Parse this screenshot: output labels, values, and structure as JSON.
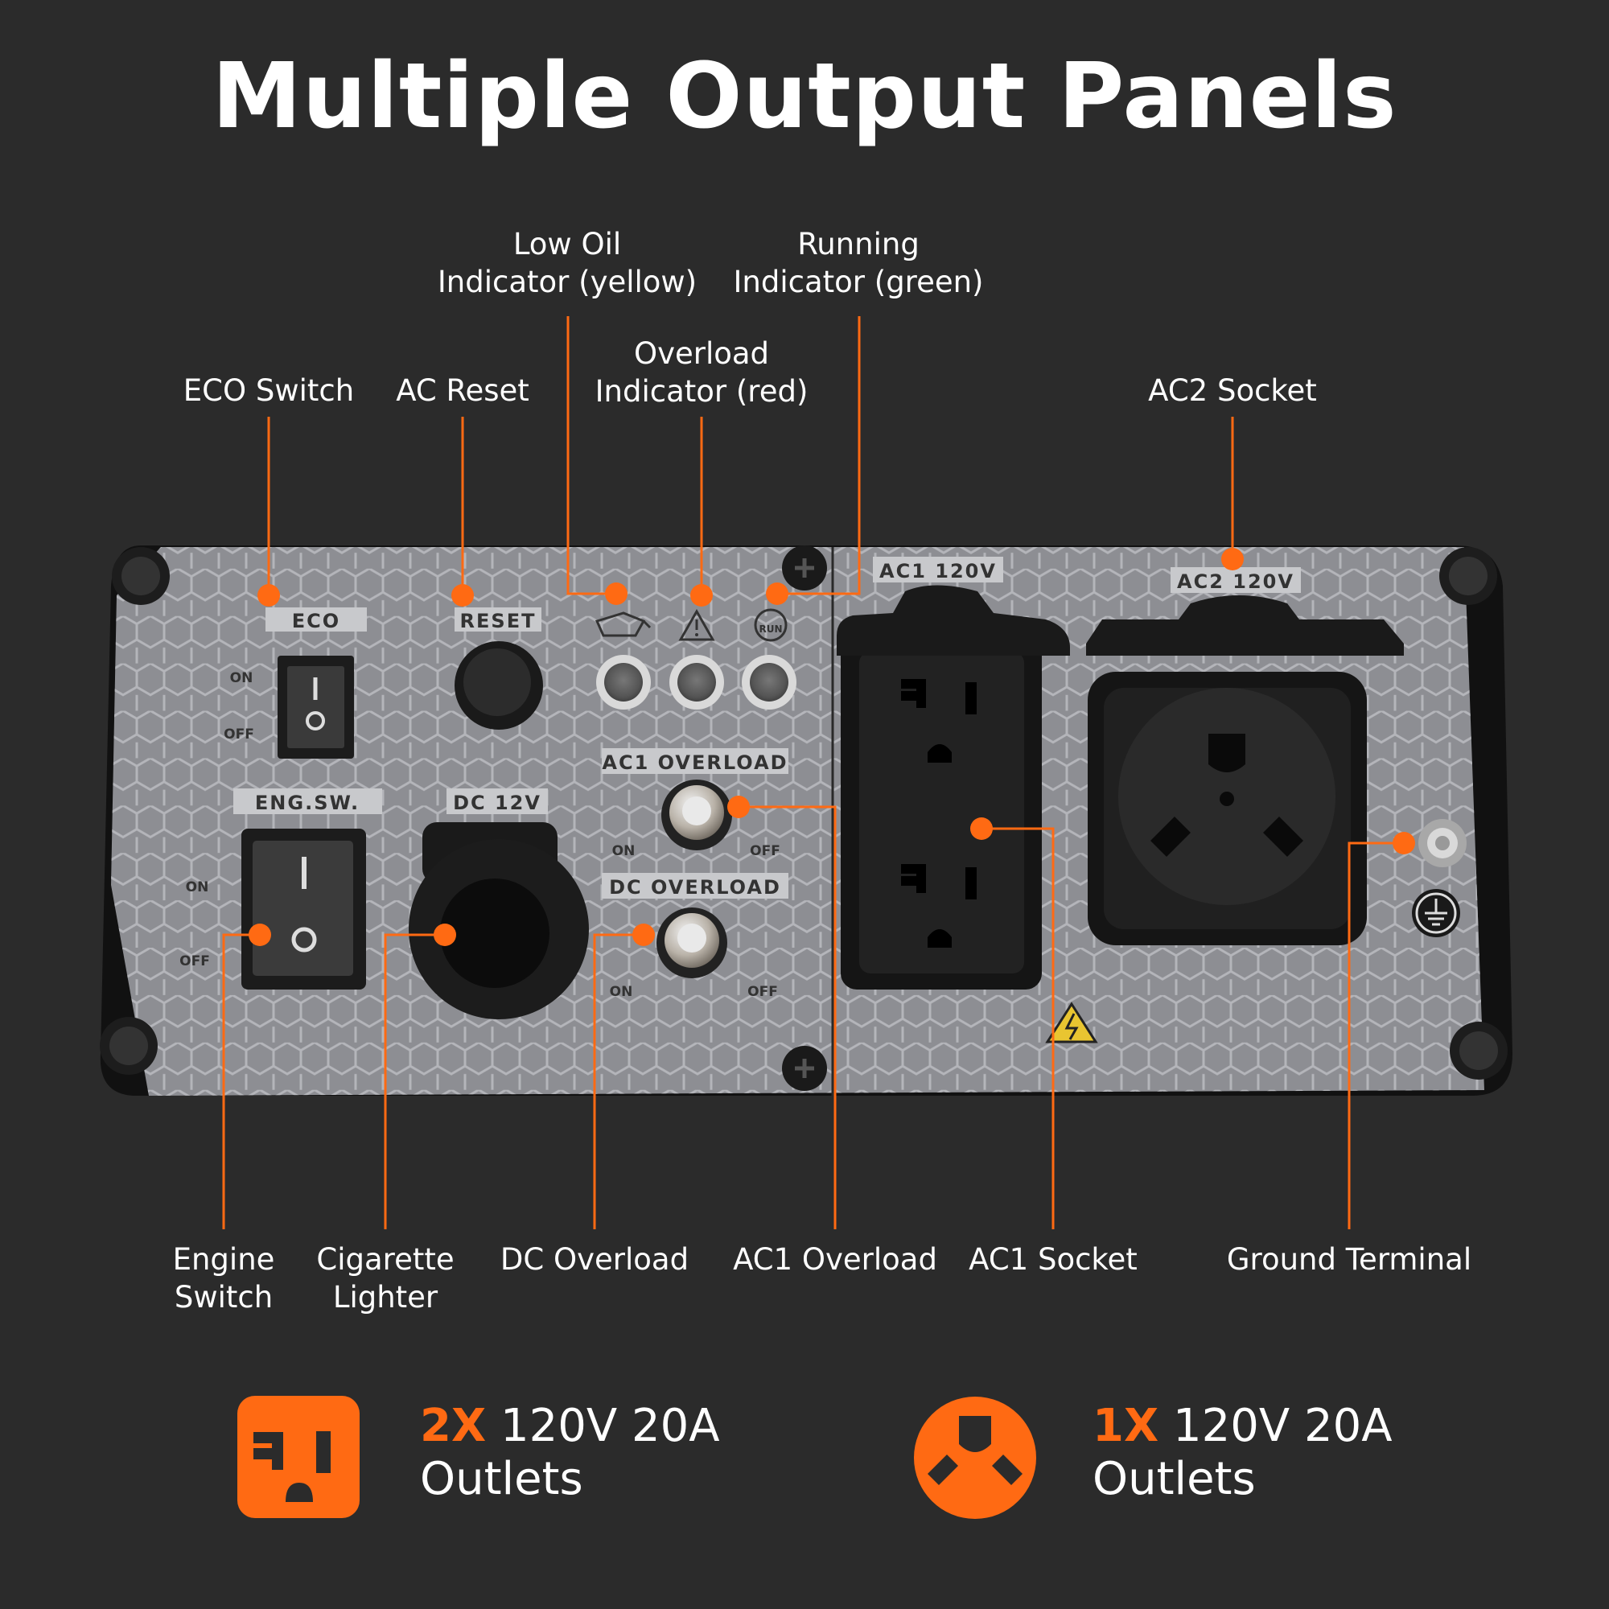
{
  "title": "Multiple Output Panels",
  "colors": {
    "background": "#2b2b2b",
    "accent": "#ff6a13",
    "panel": "#8d8e93"
  },
  "top_callouts": {
    "eco_switch": [
      "ECO Switch"
    ],
    "ac_reset": [
      "AC Reset"
    ],
    "low_oil": [
      "Low Oil",
      "Indicator (yellow)"
    ],
    "overload": [
      "Overload",
      "Indicator (red)"
    ],
    "running": [
      "Running",
      "Indicator (green)"
    ],
    "ac2_socket": [
      "AC2 Socket"
    ]
  },
  "bottom_callouts": {
    "engine_switch": [
      "Engine",
      "Switch"
    ],
    "cigarette_lighter": [
      "Cigarette",
      "Lighter"
    ],
    "dc_overload": [
      "DC Overload"
    ],
    "ac1_overload": [
      "AC1 Overload"
    ],
    "ac1_socket": [
      "AC1 Socket"
    ],
    "ground_terminal": [
      "Ground Terminal"
    ]
  },
  "panel_labels": {
    "eco": "ECO",
    "reset": "RESET",
    "eng_sw": "ENG.SW.",
    "dc12v": "DC 12V",
    "ac1_overload": "AC1 OVERLOAD",
    "dc_overload": "DC OVERLOAD",
    "ac1_120v": "AC1 120V",
    "ac2_120v": "AC2 120V",
    "on": "ON",
    "off": "OFF",
    "run": "RUN"
  },
  "features": [
    {
      "qty": "2X",
      "text_line1": " 120V 20A",
      "text_line2": "Outlets",
      "icon": "duplex-outlet-icon"
    },
    {
      "qty": "1X",
      "text_line1": " 120V 20A",
      "text_line2": "Outlets",
      "icon": "twist-lock-outlet-icon"
    }
  ]
}
